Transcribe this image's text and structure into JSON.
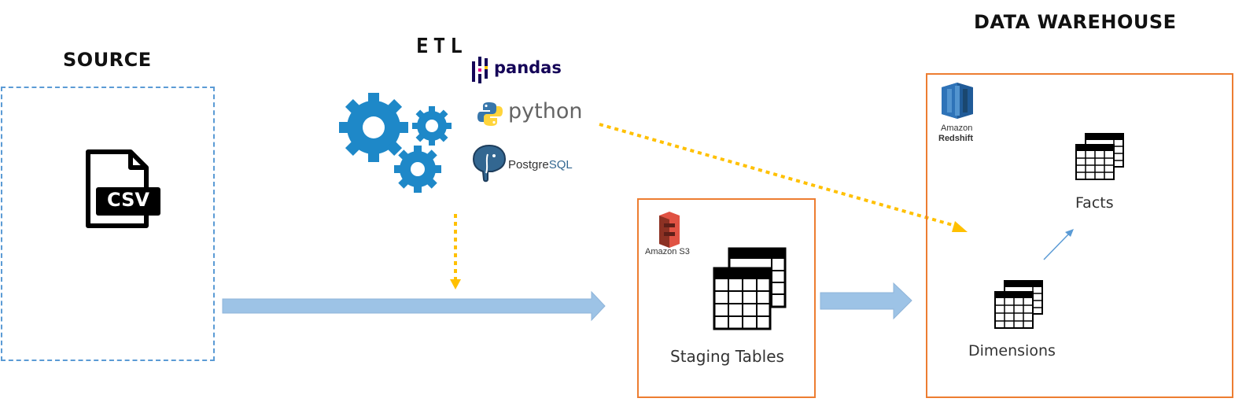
{
  "headings": {
    "source": "SOURCE",
    "etl": "ETL",
    "warehouse": "DATA WAREHOUSE"
  },
  "source": {
    "file_badge": "CSV",
    "icon": "csv-file-icon"
  },
  "etl_tools": [
    {
      "name": "pandas",
      "icon": "pandas-logo-icon"
    },
    {
      "name": "python",
      "icon": "python-logo-icon"
    },
    {
      "name_part1": "Postgre",
      "name_part2": "SQL",
      "icon": "postgresql-elephant-icon"
    }
  ],
  "staging": {
    "service_label": "Amazon S3",
    "label": "Staging Tables"
  },
  "warehouse": {
    "service_label_line1": "Amazon",
    "service_label_line2": "Redshift",
    "facts_label": "Facts",
    "dimensions_label": "Dimensions"
  },
  "colors": {
    "arrow_blue": "#9dc3e6",
    "dashed_orange": "#ffc000",
    "box_orange": "#ed7d31",
    "source_border": "#5b9bd5",
    "gear_blue": "#1e88c8"
  }
}
